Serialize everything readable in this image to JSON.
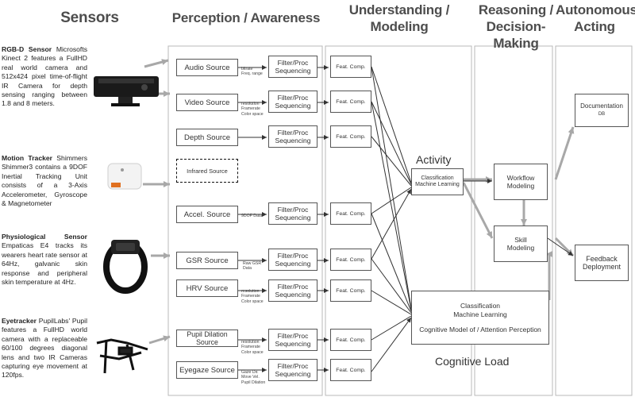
{
  "headers": {
    "sensors": "Sensors",
    "perception": "Perception /  Awareness",
    "understanding": [
      "Understanding /",
      "Modeling"
    ],
    "reasoning": [
      "Reasoning /",
      "Decision-Making"
    ],
    "acting": [
      "Autonomous",
      "Acting"
    ]
  },
  "sensors": [
    {
      "title": "RGB-D Sensor",
      "text": " Microsofts Kinect 2 features a FullHD real world camera and 512x424 pixel time-of-flight IR Camera for depth sensing ranging between 1.8 and 8 meters."
    },
    {
      "title": "Motion Tracker",
      "text": " Shimmers Shimmer3 contains a 9DOF Inertial Tracking Unit consists of a 3-Axis Accelerometer, Gyroscope & Magnetometer"
    },
    {
      "title": "Physiological Sensor",
      "text": " Empaticas E4 tracks its wearers heart rate sensor at 64Hz, galvanic skin response and peripheral skin temperature at 4Hz."
    },
    {
      "title": "Eyetracker",
      "text": " PupilLabs' Pupil features a FullHD world camera with a replaceable 60/100 degrees diagonal lens and two IR Cameras capturing eye movement at 120fps."
    }
  ],
  "sources": {
    "audio": "Audio Source",
    "video": "Video Source",
    "depth": "Depth Source",
    "infrared": "Infrared Source",
    "accel": "Accel. Source",
    "gsr": "GSR Source",
    "hrv": "HRV Source",
    "pupil": "Pupil Dilation Source",
    "eyegaze": "Eyegaze Source"
  },
  "filter_label": [
    "Filter/Proc",
    "Sequencing"
  ],
  "feat_label": "Feat. Comp.",
  "params": {
    "audio": [
      "bitrate",
      "Freq. range"
    ],
    "video": [
      "resolution",
      "Framerate",
      "Color space"
    ],
    "accel": [
      "9DOF Data"
    ],
    "gsr": [
      "Raw GSR",
      "Data"
    ],
    "hrv": [
      "resolution",
      "Framerate",
      "Color space"
    ],
    "pupil": [
      "resolution",
      "Framerate",
      "Color space"
    ],
    "eyegaze": [
      "Gaze Dir.",
      "Move Vel.",
      "Pupil Dilation"
    ]
  },
  "modeling": {
    "activity_label": "Activity",
    "classification": [
      "Classification",
      "Machine Learning"
    ],
    "cognitive_box": [
      "Classification",
      "Machine Learning",
      "Cognitive Model of / Attention Perception"
    ],
    "cognitive_label": "Cognitive Load"
  },
  "reasoning": {
    "workflow": [
      "Workflow",
      "Modeling"
    ],
    "skill": [
      "Skill",
      "Modeling"
    ]
  },
  "acting": {
    "documentation": [
      "Documentation",
      "DB"
    ],
    "feedback": [
      "Feedback",
      "Deployment"
    ]
  },
  "colors": {
    "column_border": "#b8b8b8",
    "box_border": "#555555",
    "arrow_gray": "#a8a8a8",
    "arrow_dark": "#333333",
    "header_text": "#4d4d4d"
  },
  "devices": [
    "kinect-sensor",
    "shimmer-tracker",
    "e4-wristband",
    "pupil-eyetracker"
  ]
}
